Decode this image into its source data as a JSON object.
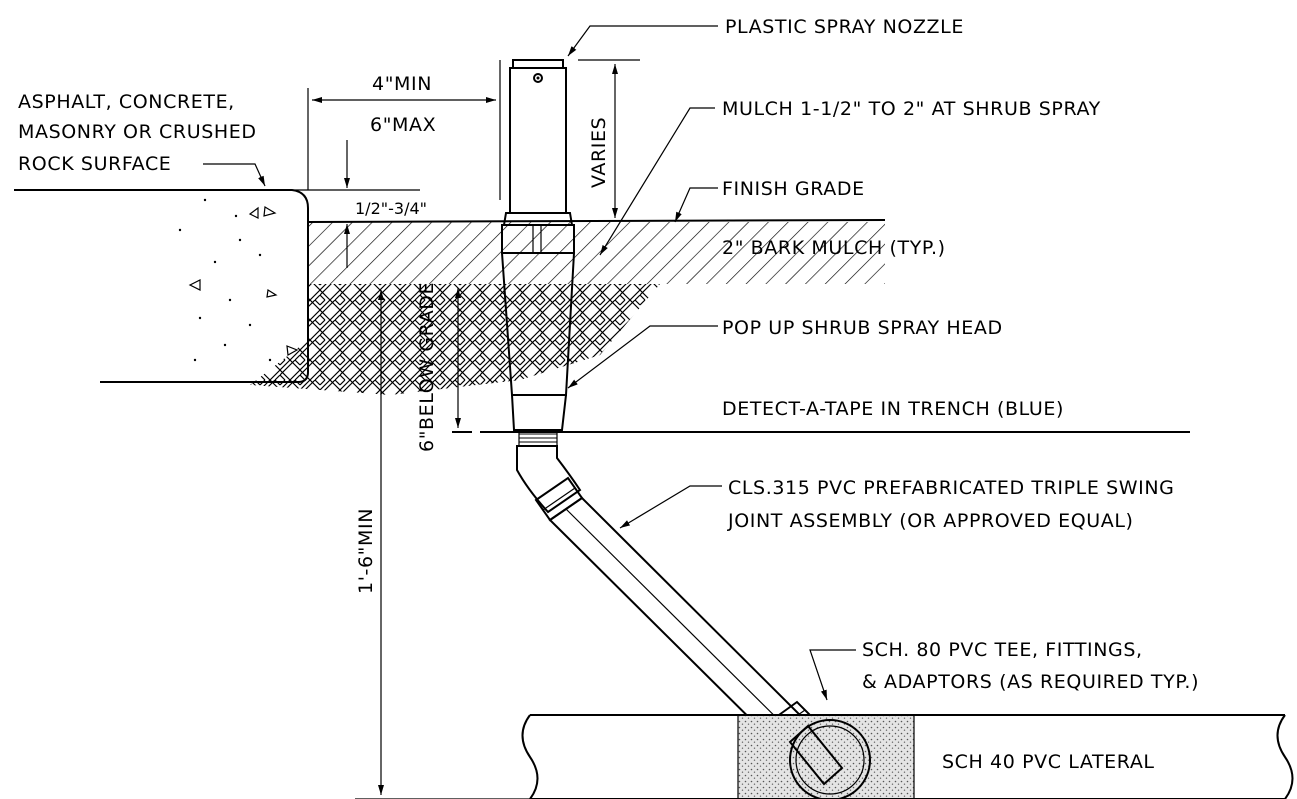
{
  "labels": {
    "nozzle": "PLASTIC SPRAY NOZZLE",
    "mulch_spec": "MULCH 1-1/2\" TO 2\" AT SHRUB SPRAY",
    "finish_grade": "FINISH GRADE",
    "bark_mulch": "2\" BARK MULCH (TYP.)",
    "spray_head": "POP UP SHRUB SPRAY HEAD",
    "detect_tape": "DETECT-A-TAPE IN TRENCH (BLUE)",
    "swing_joint_line1": "CLS.315 PVC PREFABRICATED TRIPLE SWING",
    "swing_joint_line2": "JOINT ASSEMBLY (OR APPROVED EQUAL)",
    "tee_line1": "SCH. 80 PVC TEE, FITTINGS,",
    "tee_line2": "& ADAPTORS (AS REQUIRED TYP.)",
    "lateral": "SCH 40 PVC LATERAL",
    "surface_line1": "ASPHALT, CONCRETE,",
    "surface_line2": "MASONRY OR CRUSHED",
    "surface_line3": "ROCK SURFACE"
  },
  "dimensions": {
    "offset_min": "4\"MIN",
    "offset_max": "6\"MAX",
    "varies": "VARIES",
    "head_above_grade": "1/2\"-3/4\"",
    "below_grade": "6\"BELOW GRADE",
    "depth_min": "1'-6\"MIN"
  }
}
